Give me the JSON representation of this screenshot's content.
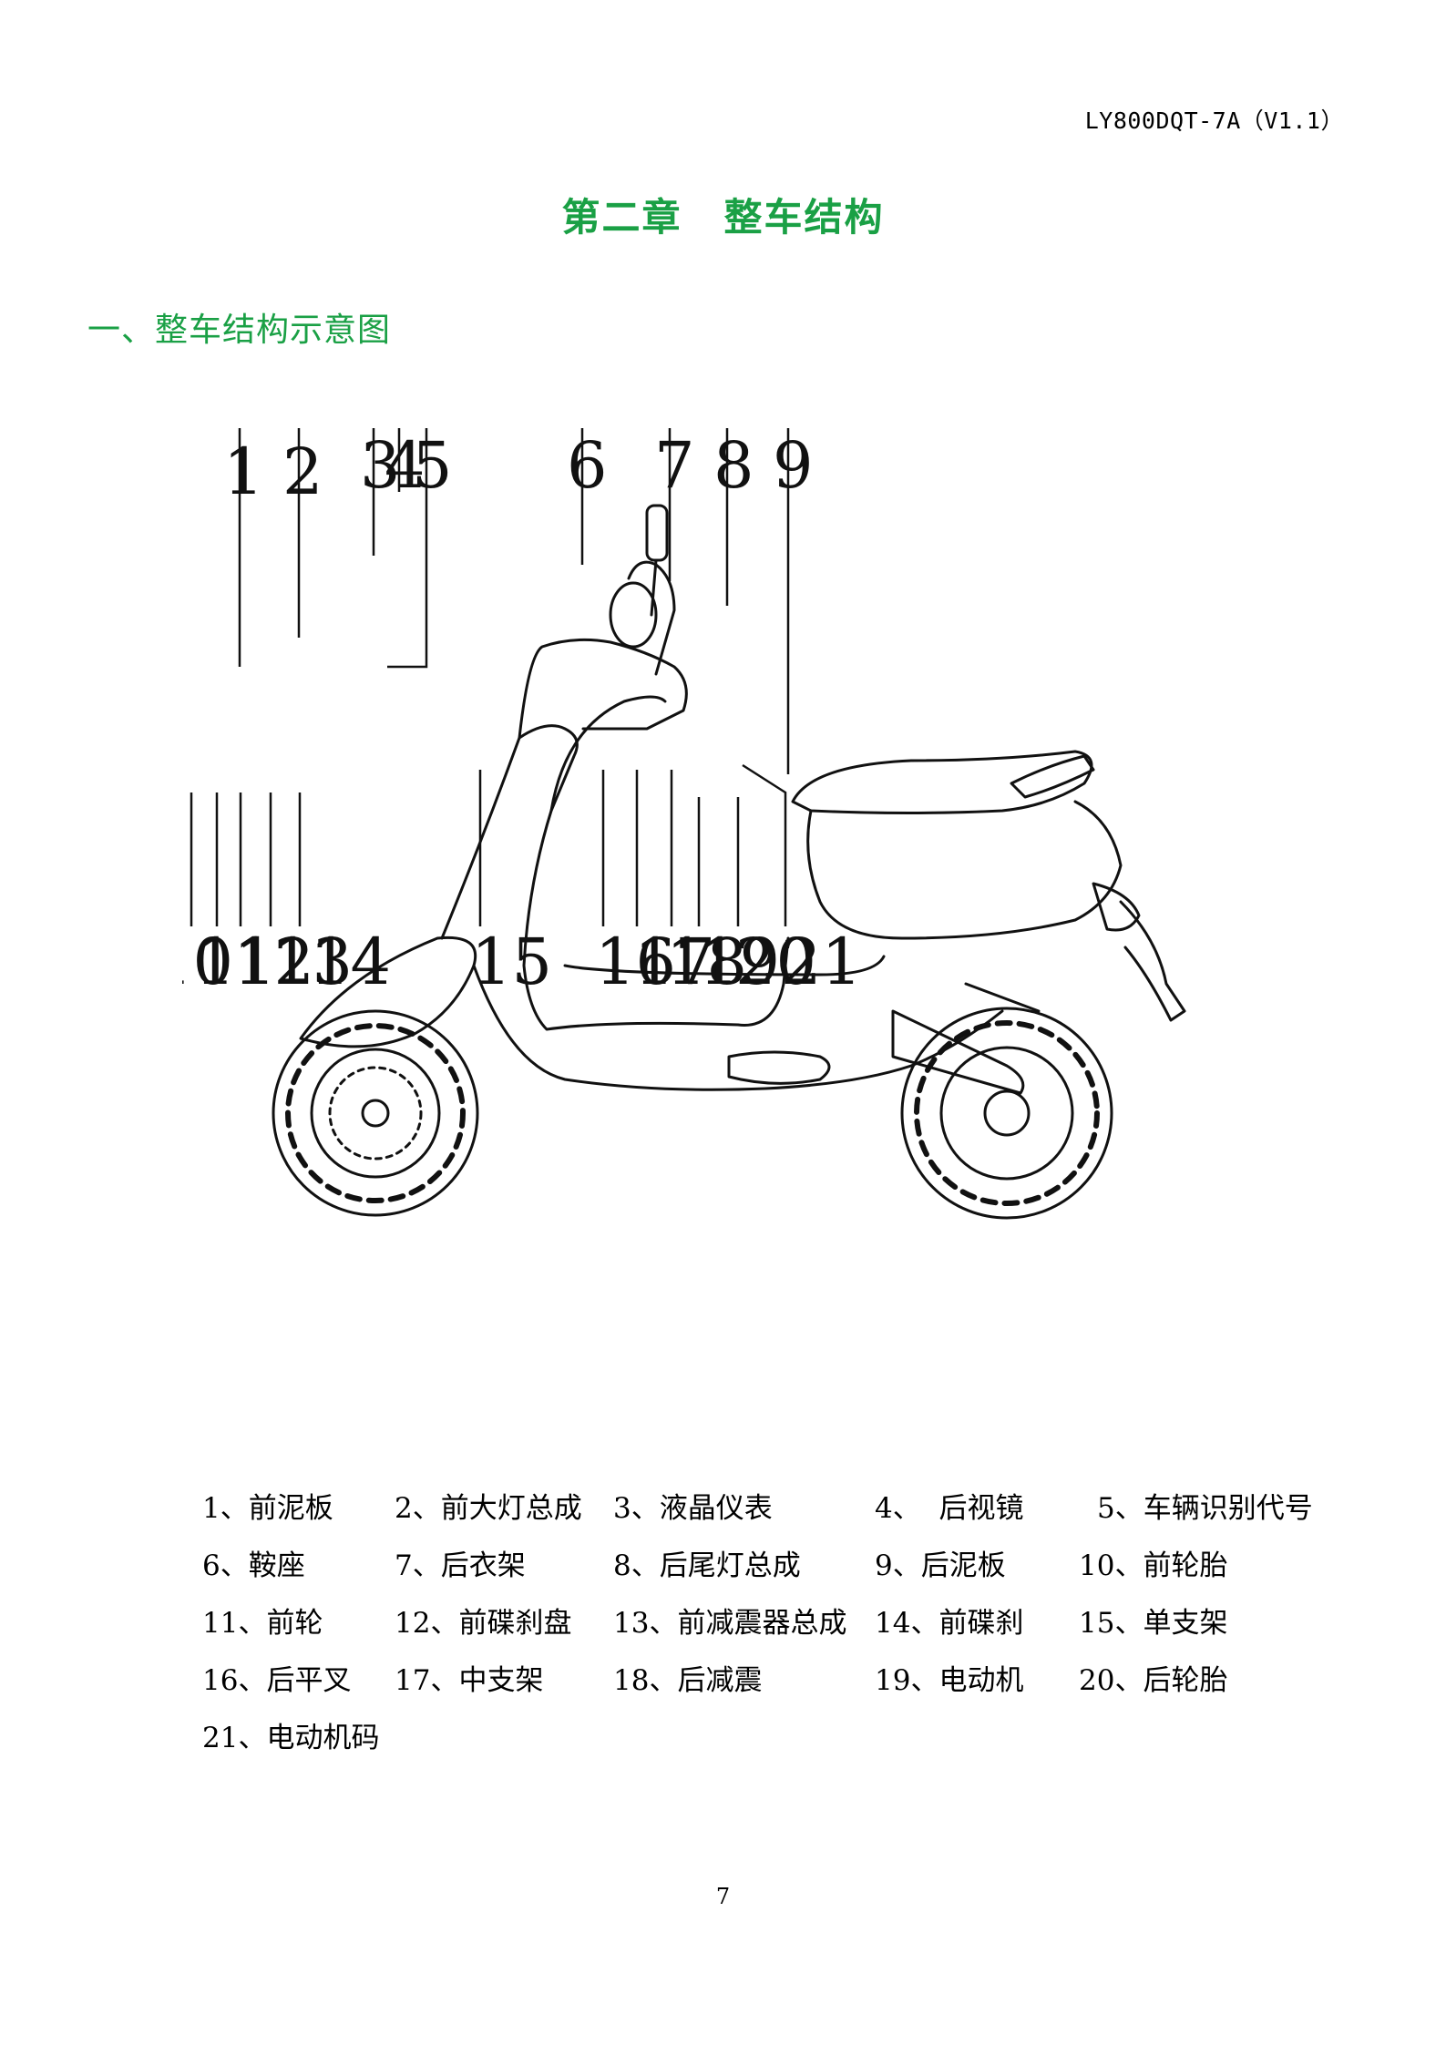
{
  "header": {
    "doc_code": "LY800DQT-7A（V1.1）"
  },
  "chapter": {
    "number": "第二章",
    "title": "整车结构"
  },
  "section": {
    "heading": "一、整车结构示意图"
  },
  "diagram": {
    "top_callouts": [
      "1",
      "2",
      "3",
      "4",
      "5",
      "6",
      "7",
      "8",
      "9"
    ],
    "bottom_callouts": [
      "10",
      "11",
      "12",
      "13",
      "14",
      "15",
      "16",
      "17",
      "18",
      "19",
      "20",
      "21"
    ]
  },
  "legend": {
    "rows": [
      [
        {
          "num": "1、",
          "label": "前泥板"
        },
        {
          "num": "2、",
          "label": "前大灯总成"
        },
        {
          "num": "3、",
          "label": "液晶仪表"
        },
        {
          "num": "4、",
          "label": "  后视镜"
        },
        {
          "num": "5、",
          "label": "车辆识别代号"
        }
      ],
      [
        {
          "num": "6、",
          "label": "鞍座"
        },
        {
          "num": "7、",
          "label": "后衣架"
        },
        {
          "num": "8、",
          "label": "后尾灯总成"
        },
        {
          "num": "9、",
          "label": "后泥板"
        },
        {
          "num": "10、",
          "label": "前轮胎"
        }
      ],
      [
        {
          "num": "11、",
          "label": "前轮"
        },
        {
          "num": "12、",
          "label": "前碟刹盘"
        },
        {
          "num": "13、",
          "label": "前减震器总成"
        },
        {
          "num": "14、",
          "label": "前碟刹"
        },
        {
          "num": "15、",
          "label": "单支架"
        }
      ],
      [
        {
          "num": "16、",
          "label": "后平叉"
        },
        {
          "num": "17、",
          "label": "中支架"
        },
        {
          "num": "18、",
          "label": "后减震"
        },
        {
          "num": "19、",
          "label": "电动机"
        },
        {
          "num": "20、",
          "label": "后轮胎"
        }
      ],
      [
        {
          "num": "21、",
          "label": "电动机码"
        }
      ]
    ]
  },
  "footer": {
    "page_number": "7"
  }
}
